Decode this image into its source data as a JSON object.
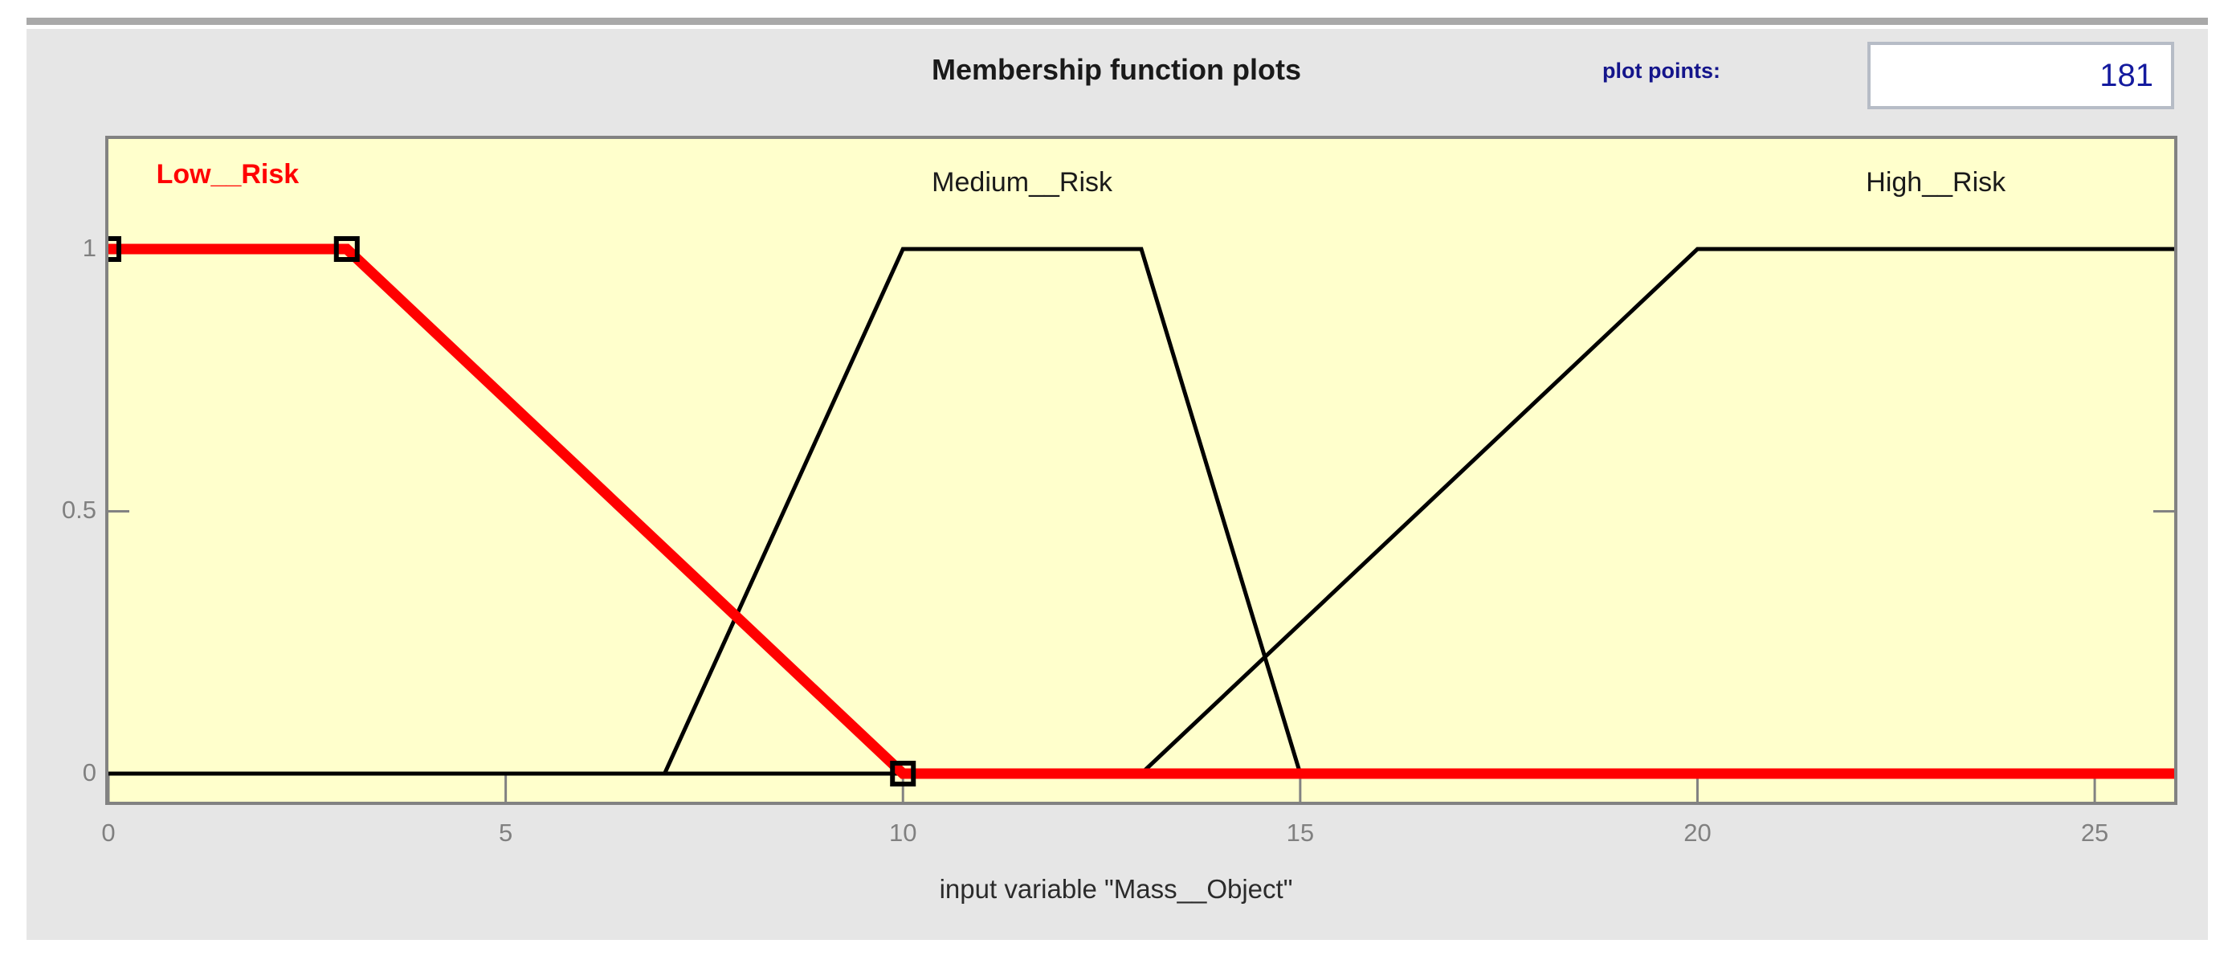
{
  "header": {
    "title": "Membership function plots",
    "plot_points_label": "plot points:",
    "plot_points_value": "181"
  },
  "axes": {
    "xlabel": "input variable \"Mass__Object\"",
    "xticks": [
      "0",
      "5",
      "10",
      "15",
      "20",
      "25"
    ],
    "yticks": [
      "1",
      "0.5",
      "0"
    ]
  },
  "colors": {
    "panel": "#e6e6e6",
    "plot_background": "#ffffcc",
    "axis": "#828282",
    "selected_curve": "#ff0000",
    "curve": "#000000",
    "tick_text": "#808080",
    "field_text": "#141a9e"
  },
  "mf_labels": [
    {
      "text": "Low__Risk",
      "selected": true
    },
    {
      "text": "Medium__Risk",
      "selected": false
    },
    {
      "text": "High__Risk",
      "selected": false
    }
  ],
  "chart_data": {
    "type": "line",
    "title": "Membership function plots",
    "xlabel": "input variable \"Mass__Object\"",
    "ylabel": "",
    "xlim": [
      0,
      26
    ],
    "ylim": [
      0,
      1
    ],
    "xticks": [
      0,
      5,
      10,
      15,
      20,
      25
    ],
    "yticks": [
      0,
      0.5,
      1
    ],
    "grid": false,
    "legend": "inline-labels",
    "plot_points": 181,
    "series": [
      {
        "name": "Low__Risk",
        "selected": true,
        "color": "#ff0000",
        "mf_type": "trapmf",
        "params": [
          0,
          0,
          3,
          10
        ],
        "x": [
          0,
          3,
          10,
          26
        ],
        "y": [
          1,
          1,
          0,
          0
        ],
        "control_points": [
          [
            0,
            1
          ],
          [
            3,
            1
          ],
          [
            10,
            0
          ]
        ]
      },
      {
        "name": "Medium__Risk",
        "selected": false,
        "color": "#000000",
        "mf_type": "trapmf",
        "params": [
          7,
          10,
          13,
          15
        ],
        "x": [
          0,
          7,
          10,
          13,
          15,
          26
        ],
        "y": [
          0,
          0,
          1,
          1,
          0,
          0
        ],
        "control_points": []
      },
      {
        "name": "High__Risk",
        "selected": false,
        "color": "#000000",
        "mf_type": "trapmf",
        "params": [
          13,
          20,
          26,
          26
        ],
        "x": [
          0,
          13,
          20,
          26
        ],
        "y": [
          0,
          0,
          1,
          1
        ],
        "control_points": []
      }
    ]
  }
}
